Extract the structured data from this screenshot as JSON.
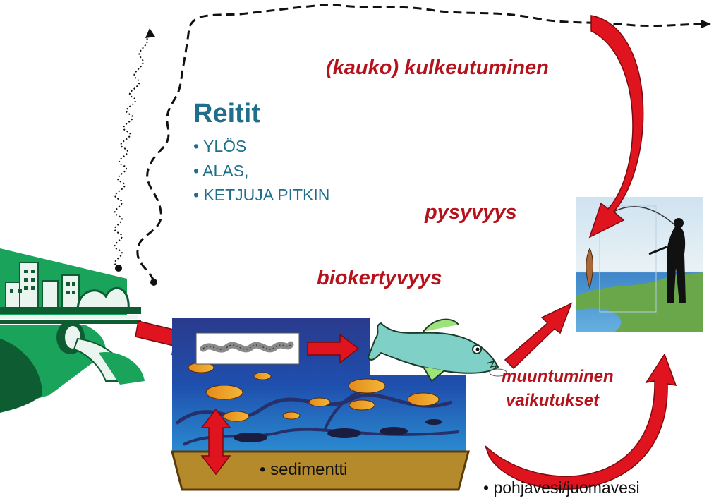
{
  "routes": {
    "title": "Reitit",
    "items": [
      "• YLÖS",
      "• ALAS,",
      "• KETJUJA  PITKIN"
    ]
  },
  "processes": {
    "long_range_transport": "(kauko) kulkeutuminen",
    "persistence": "pysyvyys",
    "bioaccumulation": "biokertyvyys",
    "transformation": "muuntuminen",
    "effects": "vaikutukset"
  },
  "compartments": {
    "sediment": "• sedimentti",
    "groundwater": "• pohjavesi/juomavesi"
  },
  "colors": {
    "label_red": "#b5121b",
    "routes_blue": "#1f6e8c",
    "arrow_red": "#e0141e",
    "city_green": "#1aa35a",
    "water_blue": "#1f4aa8",
    "sediment_brown": "#b58a2a"
  }
}
